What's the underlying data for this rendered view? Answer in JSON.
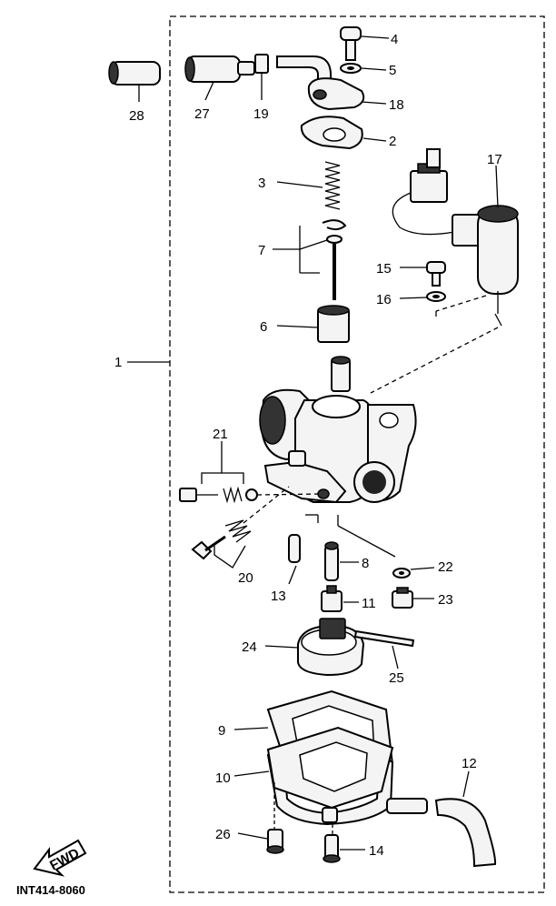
{
  "labels": {
    "l1": "1",
    "l2": "2",
    "l3": "3",
    "l4": "4",
    "l5": "5",
    "l6": "6",
    "l7": "7",
    "l8": "8",
    "l9": "9",
    "l10": "10",
    "l11": "11",
    "l12": "12",
    "l13": "13",
    "l14": "14",
    "l15": "15",
    "l16": "16",
    "l17": "17",
    "l18": "18",
    "l19": "19",
    "l20": "20",
    "l21": "21",
    "l22": "22",
    "l23": "23",
    "l24": "24",
    "l25": "25",
    "l26": "26",
    "l27": "27",
    "l28": "28"
  },
  "fwd": "FWD",
  "code": "INT414-8060"
}
